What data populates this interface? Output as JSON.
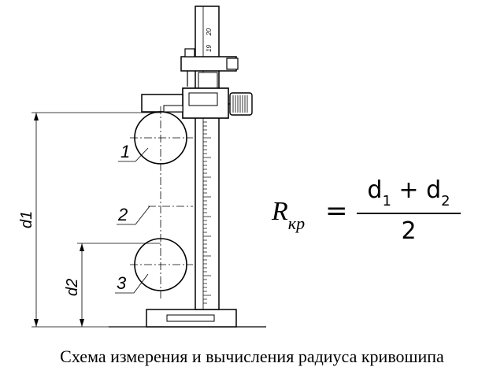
{
  "figure": {
    "labels": {
      "part_1": "1",
      "part_2": "2",
      "part_3": "3",
      "dim_d1": "d1",
      "dim_d2": "d2"
    },
    "scale_numbers": [
      "20",
      "19"
    ],
    "formula": {
      "lhs_symbol": "R",
      "lhs_subscript": "кр",
      "equals": "=",
      "numerator_a": "d",
      "numerator_a_sub": "1",
      "plus": " + ",
      "numerator_b": "d",
      "numerator_b_sub": "2",
      "denominator": "2"
    },
    "caption": "Схема измерения и вычисления радиуса кривошипа"
  }
}
